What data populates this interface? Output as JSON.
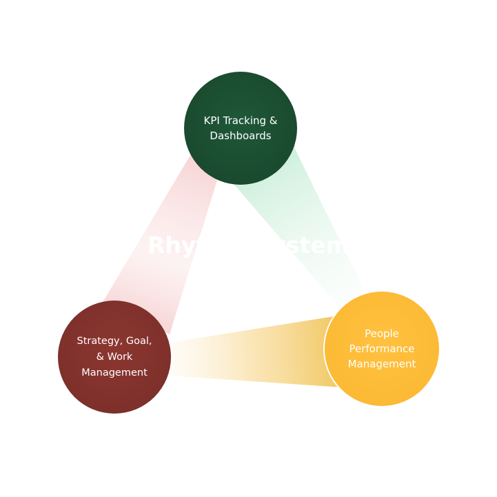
{
  "center_title": "Rhythm System",
  "nodes": {
    "kpi": {
      "line1": "KPI Tracking &",
      "line2": "Dashboards",
      "color": "#1a4a2f"
    },
    "strategy": {
      "line1": "Strategy, Goal,",
      "line2": "& Work",
      "line3": "Management",
      "color": "#7e302b"
    },
    "people": {
      "line1": "People",
      "line2": "Performance",
      "line3": "Management",
      "color": "#fcba35"
    }
  },
  "links": {
    "strategy_to_kpi_color": "#f2b8b8",
    "kpi_to_people_color": "#c9efd9",
    "strategy_to_people_color": "#f1c25a"
  }
}
